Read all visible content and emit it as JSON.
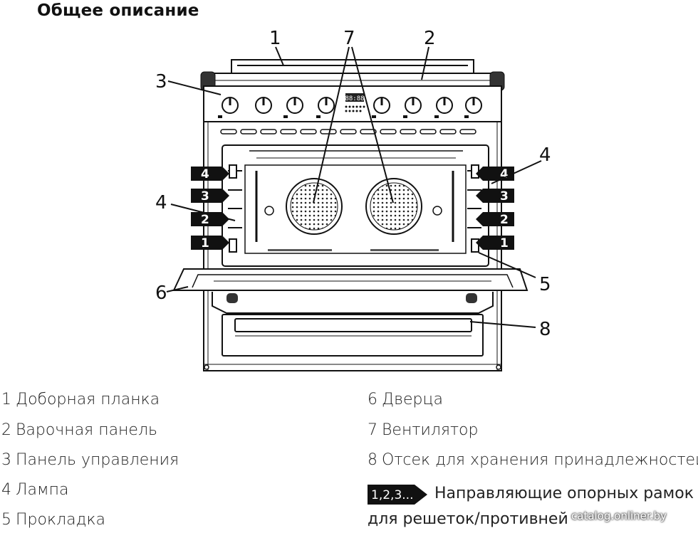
{
  "title": "Общее описание",
  "callouts": {
    "c1": "1",
    "c2": "2",
    "c3": "3",
    "c4_left": "4",
    "c4_right": "4",
    "c5": "5",
    "c6": "6",
    "c7": "7",
    "c8": "8"
  },
  "rail_labels": [
    "4",
    "3",
    "2",
    "1"
  ],
  "display_readout": "88:88",
  "legend": {
    "left": [
      {
        "num": "1",
        "text": "Доборная планка"
      },
      {
        "num": "2",
        "text": "Варочная панель"
      },
      {
        "num": "3",
        "text": "Панель управления"
      },
      {
        "num": "4",
        "text": "Лампа"
      },
      {
        "num": "5",
        "text": "Прокладка"
      }
    ],
    "right": [
      {
        "num": "6",
        "text": "Дверца"
      },
      {
        "num": "7",
        "text": "Вентилятор"
      },
      {
        "num": "8",
        "text": "Отсек для хранения принадлежностей"
      }
    ],
    "rail_badge": "1,2,3...",
    "rail_desc_line1": "Направляющие опорных рамок",
    "rail_desc_line2": "для решеток/противней"
  },
  "watermark": "catalog.onliner.by"
}
